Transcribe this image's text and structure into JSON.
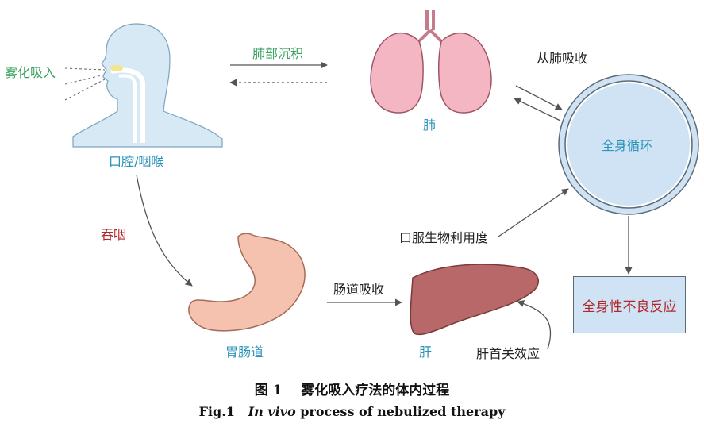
{
  "nodes": {
    "mouth_throat": "口腔/咽喉",
    "lung": "肺",
    "circulation": "全身循环",
    "stomach": "胃肠道",
    "liver": "肝",
    "adverse": "全身性不良反应"
  },
  "edges": {
    "nebulized_inhalation": "雾化吸入",
    "lung_deposition": "肺部沉积",
    "lung_absorption": "从肺吸收",
    "swallow": "吞咽",
    "intestinal_absorption": "肠道吸收",
    "oral_bioavailability": "口服生物利用度",
    "first_pass": "肝首关效应"
  },
  "caption": {
    "cn_fig": "图 1",
    "cn_title": "雾化吸入疗法的体内过程",
    "en_fig": "Fig.1",
    "en_italic": "In vivo",
    "en_rest": "process of nebulized therapy"
  },
  "colors": {
    "node_label": "#2a93b8",
    "inhalation_label": "#3aa160",
    "swallow_label": "#b3262a",
    "adverse_box_fill": "#cfe3f4",
    "lung_fill": "#f4b6c2",
    "stomach_fill": "#f6c2b0",
    "liver_fill": "#b86868",
    "head_fill": "#d7e9f5"
  }
}
